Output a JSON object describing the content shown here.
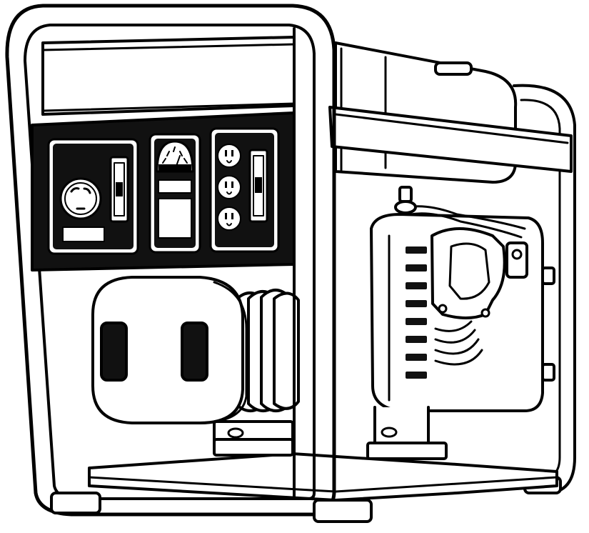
{
  "illustration": {
    "subject": "portable-generator",
    "style": "black-outline-line-art",
    "colors": {
      "line": "#000000",
      "fill": "#ffffff",
      "panel": "#111111",
      "window": "#1a1a1a"
    },
    "control_panel": {
      "twist_lock_outlet_count": 1,
      "duplex_outlet_count": 3,
      "breaker_count": 2,
      "meter_count": 1
    }
  }
}
